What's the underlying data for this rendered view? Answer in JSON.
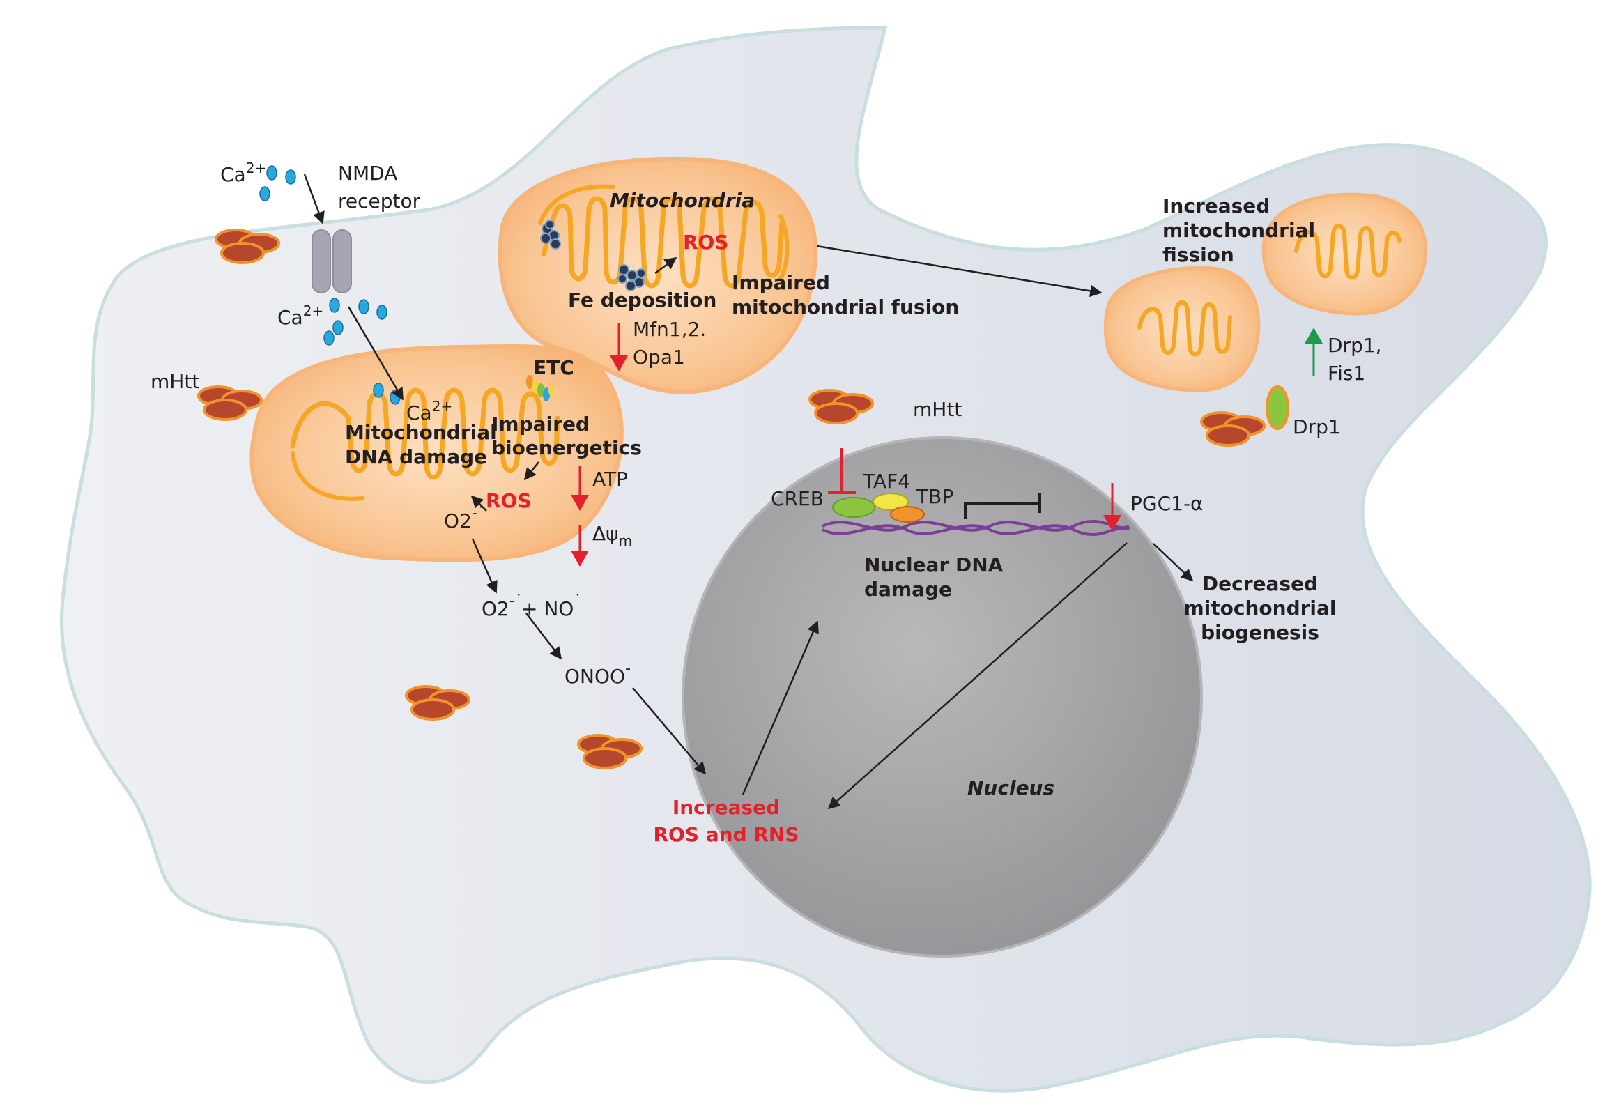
{
  "labels": {
    "ca_top": "Ca",
    "ca_top_sup": "2+",
    "nmda_1": "NMDA",
    "nmda_2": "receptor",
    "ca_mid": "Ca",
    "ca_mid_sup": "2+",
    "ca_inner": "Ca",
    "ca_inner_sup": "2+",
    "mhtt_left": "mHtt",
    "mhtt_nucleus": "mHtt",
    "mitochondria": "Mitochondria",
    "ros_top": "ROS",
    "fe_deposition": "Fe deposition",
    "impaired_fusion_1": "Impaired",
    "impaired_fusion_2": "mitochondrial fusion",
    "mfn": "Mfn1,2.",
    "opa": "Opa1",
    "etc": "ETC",
    "mito_dna_1": "Mitochondrial",
    "mito_dna_2": "DNA damage",
    "impaired_bio_1": "Impaired",
    "impaired_bio_2": "bioenergetics",
    "ros_left": "ROS",
    "atp": "ATP",
    "delta_psi": "Δψ",
    "delta_psi_sub": "m",
    "o2_1": "O2",
    "o2_1_sup": "-˙",
    "o2_2": "O2",
    "o2_2_sup": "-˙",
    "plus_no": "+ NO",
    "no_sup": "˙",
    "onoo": "ONOO",
    "onoo_sup": "-",
    "increased_ros_1": "Increased",
    "increased_ros_2": "ROS and RNS",
    "nucleus": "Nucleus",
    "creb": "CREB",
    "taf4": "TAF4",
    "tbp": "TBP",
    "pgc": "PGC1-α",
    "nuclear_dna_1": "Nuclear DNA",
    "nuclear_dna_2": "damage",
    "fission_1": "Increased",
    "fission_2": "mitochondrial",
    "fission_3": "fission",
    "drp1_fis1_1": "Drp1,",
    "drp1_fis1_2": "Fis1",
    "drp1": "Drp1",
    "biogenesis_1": "Decreased",
    "biogenesis_2": "mitochondrial",
    "biogenesis_3": "biogenesis"
  },
  "colors": {
    "cell_fill": "#e7eaf0",
    "cell_stroke": "#c9dede",
    "nucleus_fill": "#a9a9ab",
    "mito_fill": "#f8bc84",
    "mito_stroke": "#f7a35c",
    "cristae": "#f5a623",
    "down_arrow": "#e3202b",
    "up_arrow": "#1e9a4a",
    "ion": "#29a8df",
    "mhtt_fill": "#b6462c",
    "mhtt_stroke": "#f2922a",
    "dna": "#7b3f98"
  }
}
